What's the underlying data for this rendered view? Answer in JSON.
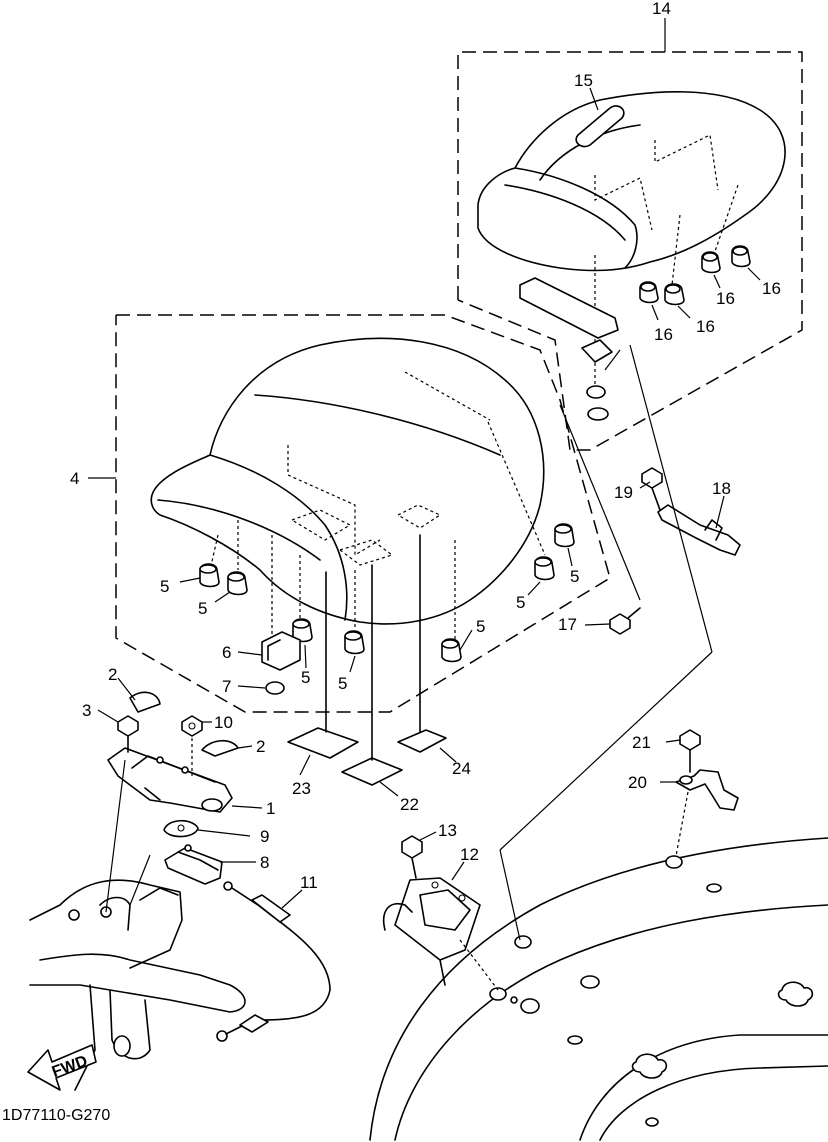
{
  "callouts": {
    "c1": "1",
    "c2a": "2",
    "c2b": "2",
    "c3": "3",
    "c4": "4",
    "c5a": "5",
    "c5b": "5",
    "c5c": "5",
    "c5d": "5",
    "c5e": "5",
    "c5f": "5",
    "c5g": "5",
    "c6": "6",
    "c7": "7",
    "c8": "8",
    "c9": "9",
    "c10": "10",
    "c11": "11",
    "c12": "12",
    "c13": "13",
    "c14": "14",
    "c15": "15",
    "c16a": "16",
    "c16b": "16",
    "c16c": "16",
    "c16d": "16",
    "c17": "17",
    "c18": "18",
    "c19": "19",
    "c20": "20",
    "c21": "21",
    "c22": "22",
    "c23": "23",
    "c24": "24"
  },
  "fwd_label": "FWD",
  "drawing_code": "1D77110-G270"
}
